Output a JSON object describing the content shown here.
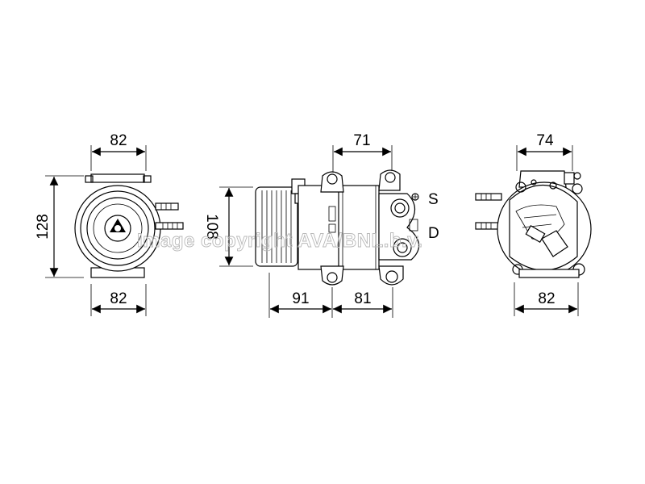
{
  "dimensions": {
    "front_top": "82",
    "front_bottom": "82",
    "front_height": "128",
    "side_top": "71",
    "side_height": "108",
    "side_bottom_left": "91",
    "side_bottom_right": "81",
    "rear_top": "74",
    "rear_bottom": "82"
  },
  "ports": {
    "suction": "S",
    "discharge": "D"
  },
  "watermark": "Image copyright AVA/BNL.b.v."
}
